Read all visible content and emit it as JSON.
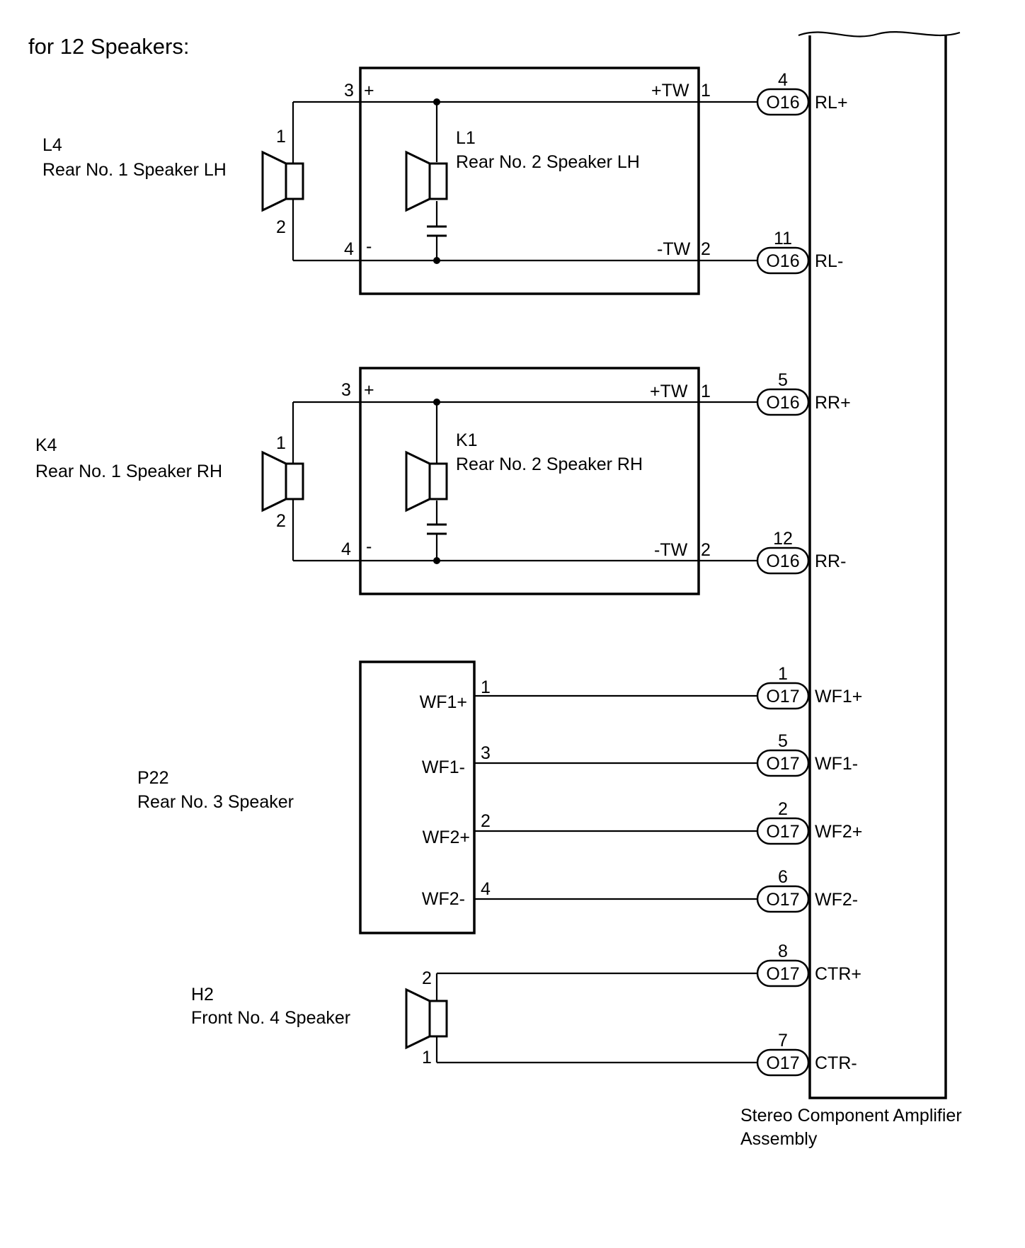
{
  "heading": "for 12 Speakers:",
  "components": {
    "l4": {
      "code": "L4",
      "name": "Rear No. 1 Speaker LH",
      "pin_top": "1",
      "pin_bottom": "2"
    },
    "l1": {
      "code": "L1",
      "name": "Rear No. 2 Speaker LH"
    },
    "k4": {
      "code": "K4",
      "name": "Rear No. 1 Speaker RH",
      "pin_top": "1",
      "pin_bottom": "2"
    },
    "k1": {
      "code": "K1",
      "name": "Rear No. 2 Speaker RH"
    },
    "p22": {
      "code": "P22",
      "name": "Rear No. 3 Speaker"
    },
    "h2": {
      "code": "H2",
      "name": "Front No. 4 Speaker",
      "pin_top": "2",
      "pin_bottom": "1"
    },
    "amplifier": {
      "name_line1": "Stereo Component Amplifier",
      "name_line2": "Assembly"
    }
  },
  "box_lh": {
    "plus_pin": "3",
    "plus_sign": "+",
    "minus_pin": "4",
    "minus_sign": "-",
    "tw_plus": "+TW",
    "tw_plus_pin": "1",
    "tw_minus": "-TW",
    "tw_minus_pin": "2"
  },
  "box_rh": {
    "plus_pin": "3",
    "plus_sign": "+",
    "minus_pin": "4",
    "minus_sign": "-",
    "tw_plus": "+TW",
    "tw_plus_pin": "1",
    "tw_minus": "-TW",
    "tw_minus_pin": "2"
  },
  "p22_pins": [
    {
      "label": "WF1+",
      "pin": "1"
    },
    {
      "label": "WF1-",
      "pin": "3"
    },
    {
      "label": "WF2+",
      "pin": "2"
    },
    {
      "label": "WF2-",
      "pin": "4"
    }
  ],
  "amp_terminals": [
    {
      "conn": "O16",
      "pin": "4",
      "signal": "RL+"
    },
    {
      "conn": "O16",
      "pin": "11",
      "signal": "RL-"
    },
    {
      "conn": "O16",
      "pin": "5",
      "signal": "RR+"
    },
    {
      "conn": "O16",
      "pin": "12",
      "signal": "RR-"
    },
    {
      "conn": "O17",
      "pin": "1",
      "signal": "WF1+"
    },
    {
      "conn": "O17",
      "pin": "5",
      "signal": "WF1-"
    },
    {
      "conn": "O17",
      "pin": "2",
      "signal": "WF2+"
    },
    {
      "conn": "O17",
      "pin": "6",
      "signal": "WF2-"
    },
    {
      "conn": "O17",
      "pin": "8",
      "signal": "CTR+"
    },
    {
      "conn": "O17",
      "pin": "7",
      "signal": "CTR-"
    }
  ]
}
